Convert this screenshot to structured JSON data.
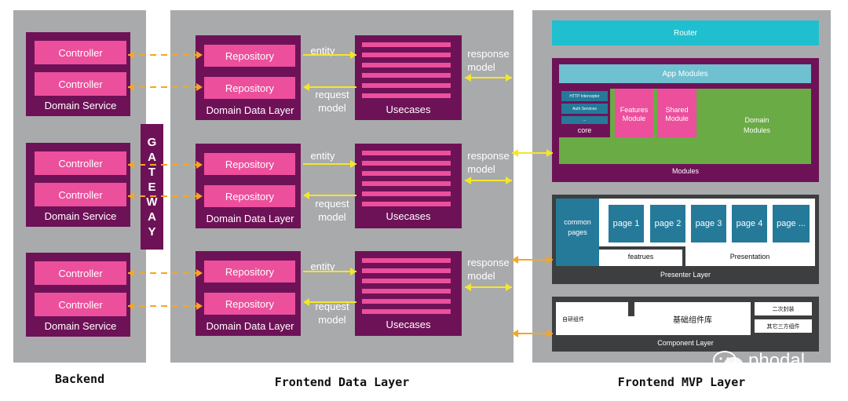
{
  "backend": {
    "caption": "Backend",
    "services": [
      {
        "controllers": [
          "Controller",
          "Controller"
        ],
        "label": "Domain Service"
      },
      {
        "controllers": [
          "Controller",
          "Controller"
        ],
        "label": "Domain Service"
      },
      {
        "controllers": [
          "Controller",
          "Controller"
        ],
        "label": "Domain Service"
      }
    ],
    "gateway": [
      "G",
      "A",
      "T",
      "E",
      "W",
      "A",
      "Y"
    ]
  },
  "frontend_data": {
    "caption": "Frontend Data Layer",
    "rows": [
      {
        "repositories": [
          "Repository",
          "Repository"
        ],
        "label": "Domain Data Layer",
        "entity": "entity",
        "request": [
          "request",
          "model"
        ],
        "usecases": "Usecases",
        "response": [
          "response",
          "model"
        ]
      },
      {
        "repositories": [
          "Repository",
          "Repository"
        ],
        "label": "Domain Data Layer",
        "entity": "entity",
        "request": [
          "request",
          "model"
        ],
        "usecases": "Usecases",
        "response": [
          "response",
          "model"
        ]
      },
      {
        "repositories": [
          "Repository",
          "Repository"
        ],
        "label": "Domain Data Layer",
        "entity": "entity",
        "request": [
          "request",
          "model"
        ],
        "usecases": "Usecases",
        "response": [
          "response",
          "model"
        ]
      }
    ]
  },
  "frontend_mvp": {
    "caption": "Frontend MVP Layer",
    "router": "Router",
    "modules": {
      "app_modules": "App Modules",
      "core_items": [
        "HTTP Interceptor",
        "Auth Services",
        "..."
      ],
      "core": "core",
      "features": [
        "Features",
        "Module"
      ],
      "shared": [
        "Shared",
        "Module"
      ],
      "domain": [
        "Domain",
        "Modules"
      ],
      "label": "Modules"
    },
    "presenter": {
      "common": [
        "common",
        "pages"
      ],
      "pages": [
        "page 1",
        "page 2",
        "page 3",
        "page 4",
        "page ..."
      ],
      "features": "featrues",
      "presentation": "Presentation",
      "label": "Presenter Layer"
    },
    "component": {
      "self": "自研组件",
      "base": "基础组件库",
      "secondary": "二次封装",
      "third": "其它三方组件",
      "label": "Component Layer"
    }
  },
  "watermark": "phodal",
  "colors": {
    "panel": "#a9aaac",
    "purple": "#6e1257",
    "pink": "#ec4f9c",
    "router": "#1fbfcf",
    "app_modules": "#6fc0d0",
    "green": "#6aab45",
    "page_blue": "#257a9a",
    "dark": "#3d3e40",
    "arrow_yellow": "#f5e62a",
    "arrow_orange": "#f5a623"
  }
}
